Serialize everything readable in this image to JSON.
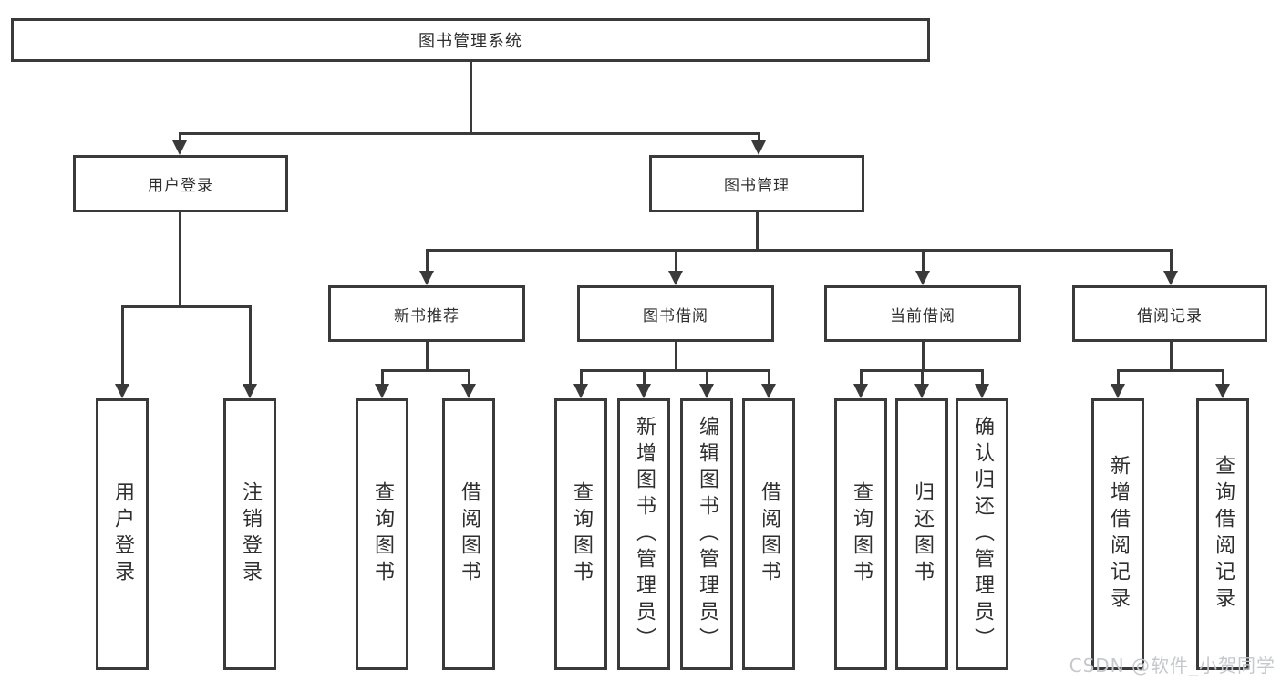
{
  "diagram": {
    "type": "function-structure-tree",
    "root": {
      "label": "图书管理系统"
    },
    "level2": [
      {
        "id": "user-login",
        "label": "用户登录"
      },
      {
        "id": "book-management",
        "label": "图书管理"
      }
    ],
    "level3": [
      {
        "id": "new-book-recommend",
        "label": "新书推荐",
        "parent": "book-management"
      },
      {
        "id": "book-borrowing",
        "label": "图书借阅",
        "parent": "book-management"
      },
      {
        "id": "current-borrowing",
        "label": "当前借阅",
        "parent": "book-management"
      },
      {
        "id": "borrowing-records",
        "label": "借阅记录",
        "parent": "book-management"
      }
    ],
    "leaves": {
      "user_login": [
        {
          "label": "用户登录"
        },
        {
          "label": "注销登录"
        }
      ],
      "new_book_recommend": [
        {
          "label": "查询图书"
        },
        {
          "label": "借阅图书"
        }
      ],
      "book_borrowing": [
        {
          "label": "查询图书"
        },
        {
          "label": "新增图书（管理员）"
        },
        {
          "label": "编辑图书（管理员）"
        },
        {
          "label": "借阅图书"
        }
      ],
      "current_borrowing": [
        {
          "label": "查询图书"
        },
        {
          "label": "归还图书"
        },
        {
          "label": "确认归还（管理员）"
        }
      ],
      "borrowing_records": [
        {
          "label": "新增借阅记录"
        },
        {
          "label": "查询借阅记录"
        }
      ]
    },
    "colors": {
      "line": "#3a3a3a",
      "box_border": "#3a3a3a",
      "box_fill": "#ffffff",
      "text": "#2f2f2f",
      "background": "#ffffff",
      "watermark": "#c6c8cd"
    }
  },
  "watermark": {
    "text": "CSDN @软件_小贺同学"
  }
}
